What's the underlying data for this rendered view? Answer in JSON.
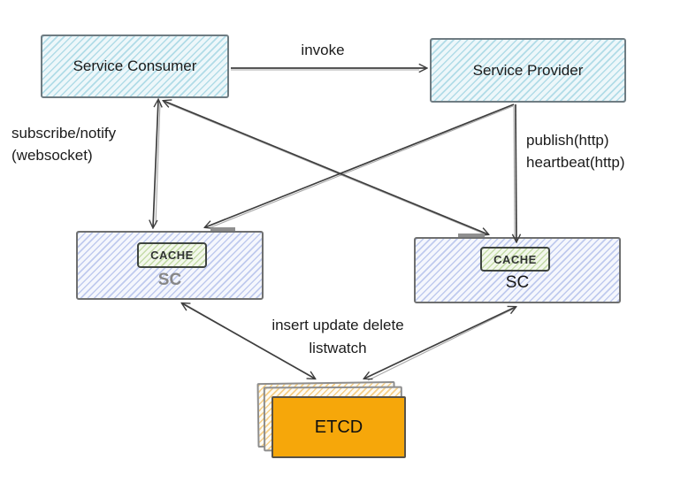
{
  "nodes": {
    "service_consumer": "Service Consumer",
    "service_provider": "Service Provider",
    "sc_left": "SC",
    "sc_right": "SC",
    "cache_left": "CACHE",
    "cache_right": "CACHE",
    "etcd": "ETCD"
  },
  "edge_labels": {
    "invoke": "invoke",
    "subscribe_line1": "subscribe/notify",
    "subscribe_line2": "(websocket)",
    "publish_line1": "publish(http)",
    "publish_line2": "heartbeat(http)",
    "etcd_ops_line1": "insert update delete",
    "etcd_ops_line2": "listwatch"
  },
  "edges": [
    {
      "from": "service_consumer",
      "to": "service_provider",
      "label": "invoke",
      "bidirectional": false
    },
    {
      "from": "service_consumer",
      "to": "sc_left",
      "label": "subscribe/notify (websocket)",
      "bidirectional": true
    },
    {
      "from": "service_consumer",
      "to": "sc_right",
      "label": "",
      "bidirectional": true
    },
    {
      "from": "service_provider",
      "to": "sc_left",
      "label": "",
      "bidirectional": false
    },
    {
      "from": "service_provider",
      "to": "sc_right",
      "label": "publish(http) heartbeat(http)",
      "bidirectional": false
    },
    {
      "from": "sc_left",
      "to": "etcd",
      "label": "insert update delete listwatch",
      "bidirectional": true
    },
    {
      "from": "sc_right",
      "to": "etcd",
      "label": "insert update delete listwatch",
      "bidirectional": true
    }
  ],
  "colors": {
    "blue_node_fill": "#edf7fa",
    "blue_node_hatch": "#7fc5d8",
    "sc_fill": "#f5f7fd",
    "sc_hatch": "#8a9ee0",
    "cache_fill": "#f3f8ec",
    "cache_hatch": "#96be64",
    "etcd_fill": "#f6a70a",
    "etcd_sheet_hatch": "#f0aa2d",
    "line": "#3e3e3e",
    "sc_label_left": "#878787",
    "sc_label_right": "#161616"
  }
}
